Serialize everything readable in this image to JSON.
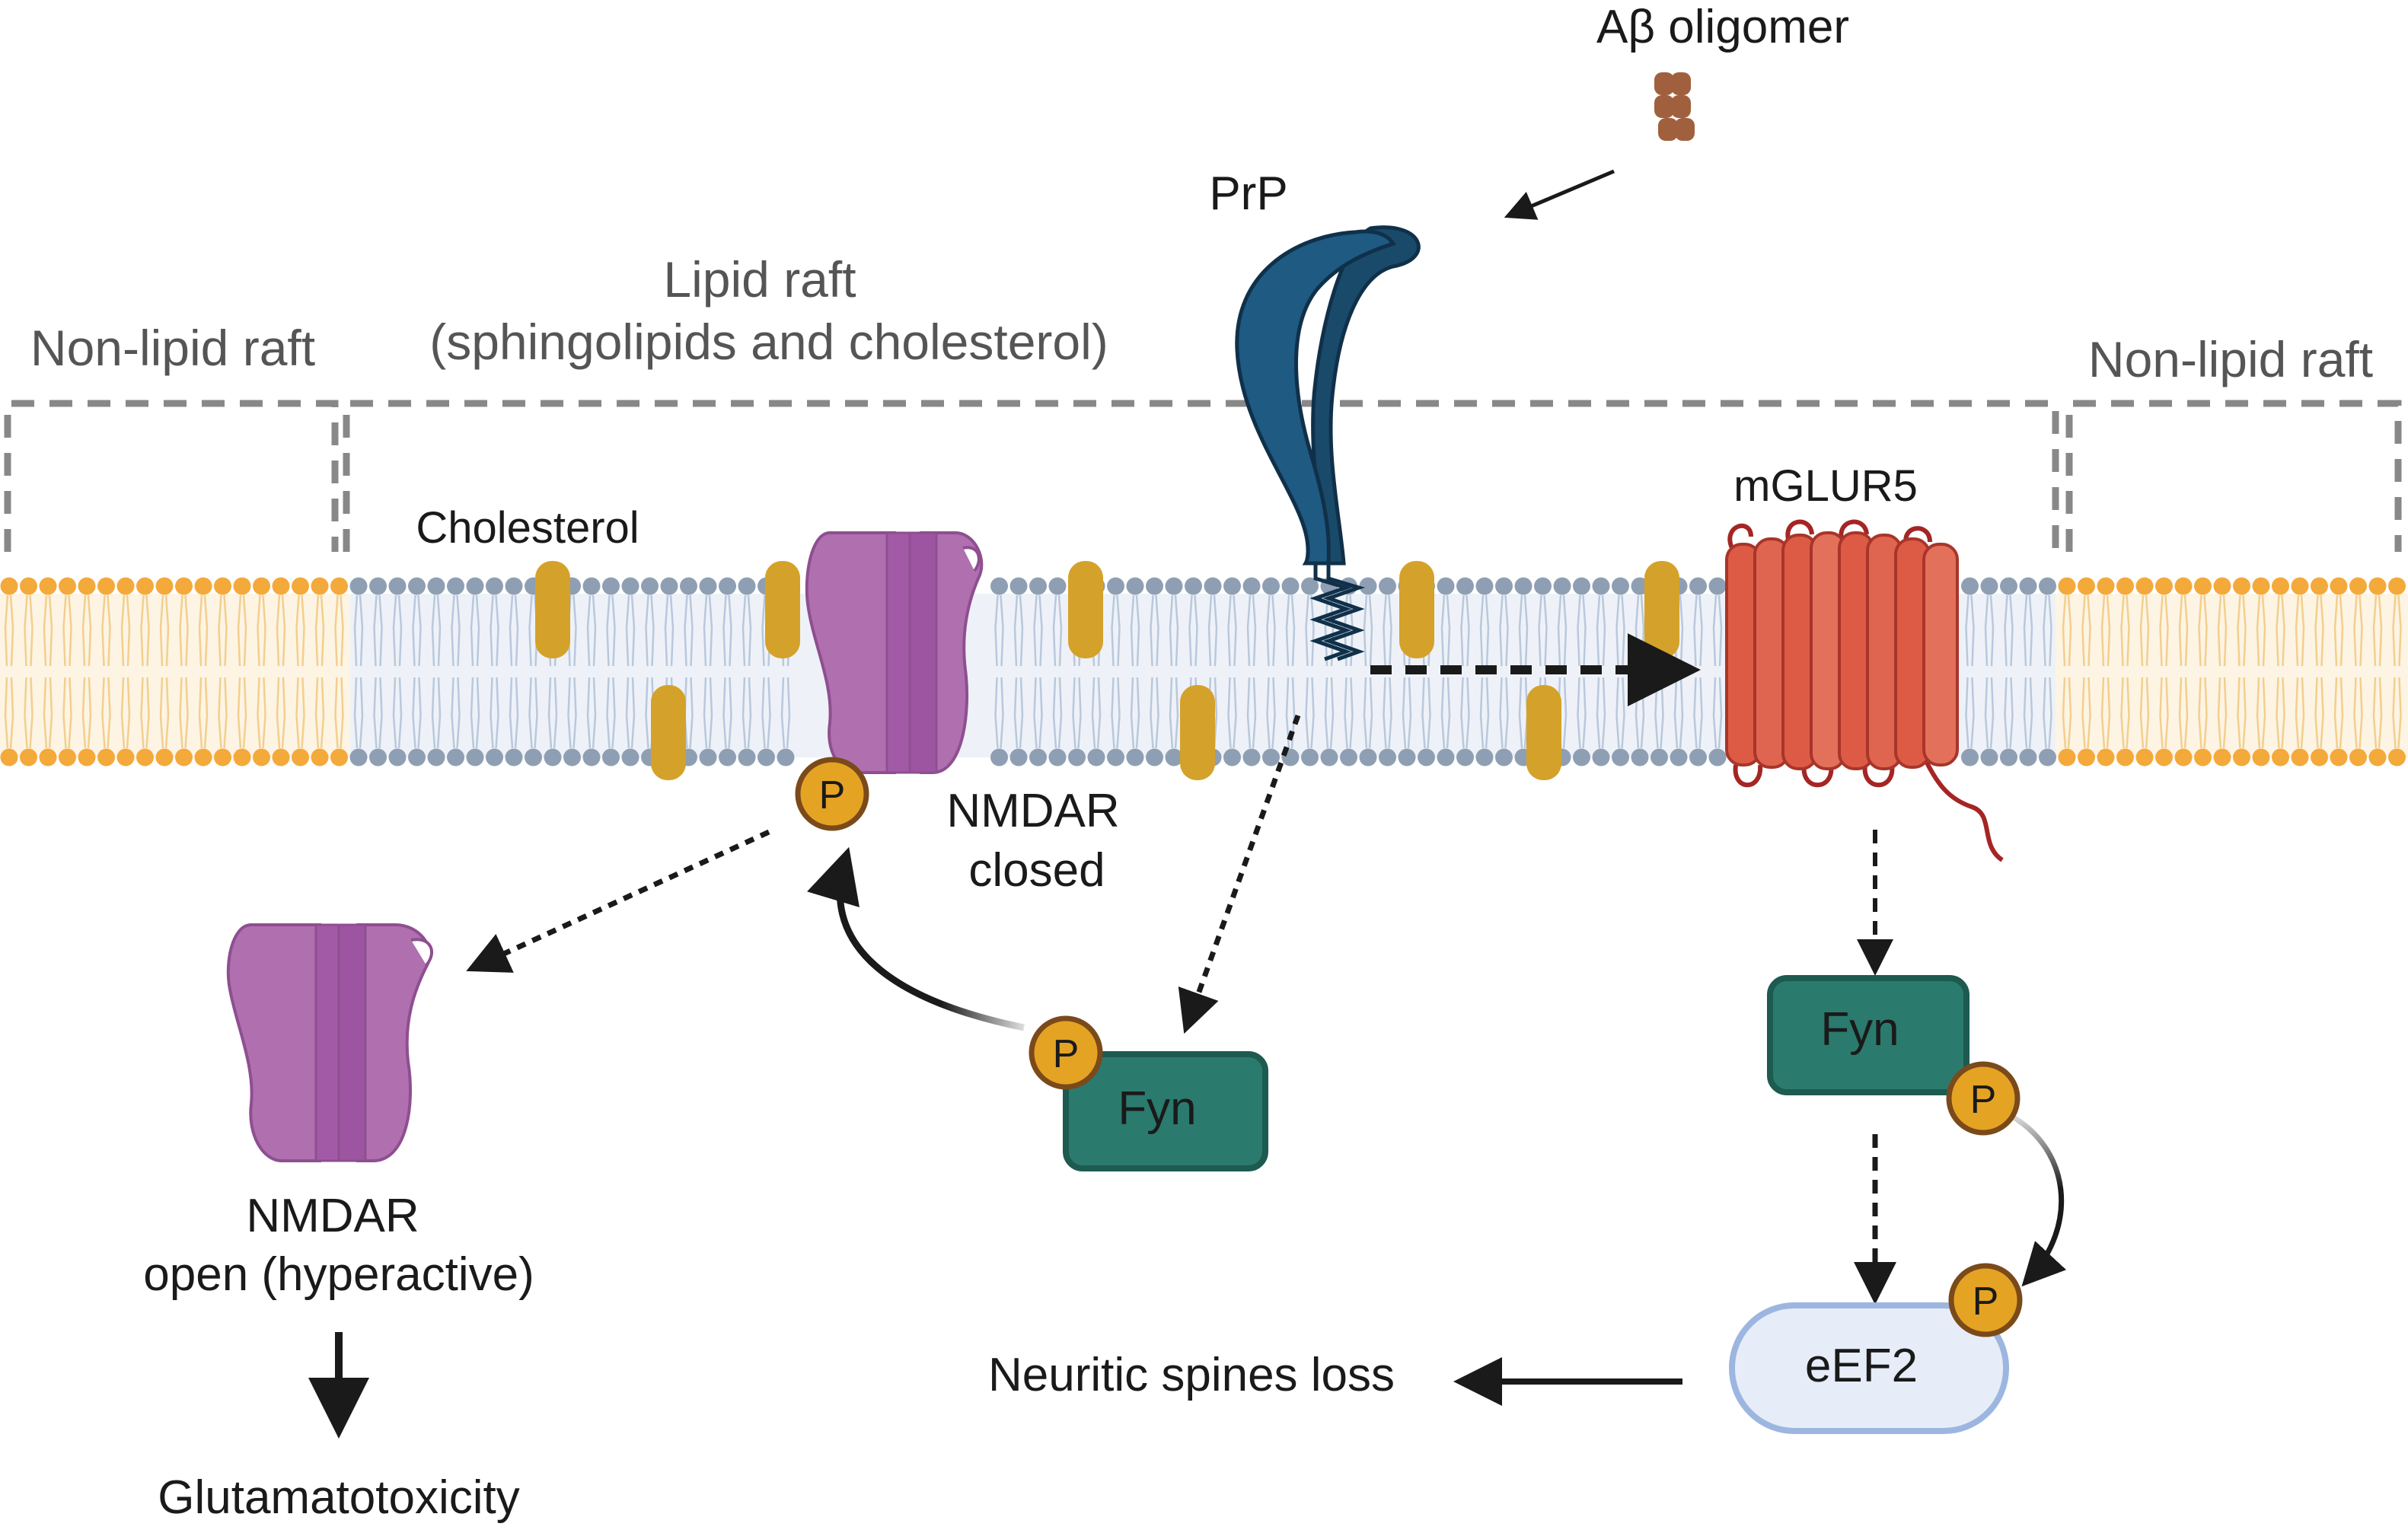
{
  "labels": {
    "abeta": "Aβ oligomer",
    "prp": "PrP",
    "lipid_raft_title": "Lipid raft",
    "lipid_raft_sub": "(sphingolipids and cholesterol)",
    "non_lipid_raft_left": "Non-lipid raft",
    "non_lipid_raft_right": "Non-lipid raft",
    "cholesterol": "Cholesterol",
    "mglur5": "mGLUR5",
    "nmdar_closed_1": "NMDAR",
    "nmdar_closed_2": "closed",
    "nmdar_open_1": "NMDAR",
    "nmdar_open_2": "open (hyperactive)",
    "glutamatotoxicity": "Glutamatotoxicity",
    "neuritic": "Neuritic spines loss",
    "fyn_left": "Fyn",
    "fyn_right": "Fyn",
    "eef2": "eEF2",
    "phospho": "P"
  },
  "colors": {
    "non_raft_lipid_head": "#f4a93b",
    "raft_lipid_head": "#8f9fb3",
    "cholesterol": "#d4a22a",
    "nmdar": "#b070b0",
    "prp": "#1e4f72",
    "mglur5": "#dd5b45",
    "fyn": "#2b7a6e",
    "eef2_fill": "#e6edf8",
    "phospho_fill": "#e5a324",
    "abeta": "#a0603e"
  }
}
